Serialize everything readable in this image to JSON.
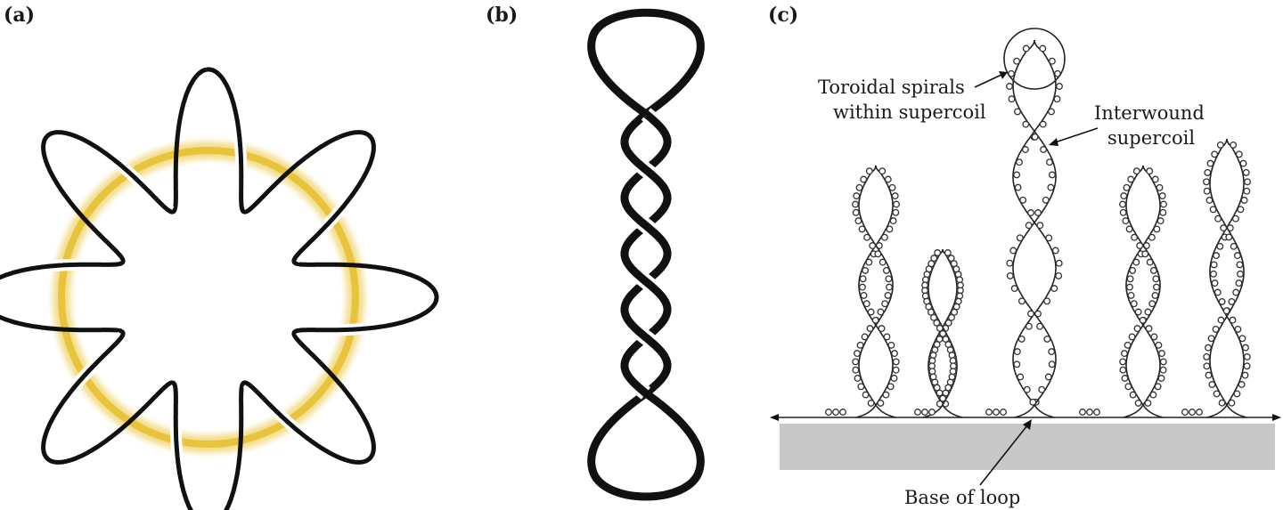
{
  "panels": {
    "a": {
      "label": "(a)",
      "toroidal_turns": 8
    },
    "b": {
      "label": "(b)"
    },
    "c": {
      "label": "(c)",
      "annotations": {
        "toroidal_line1": "Toroidal spirals",
        "toroidal_line2": "within supercoil",
        "interwound_line1": "Interwound",
        "interwound_line2": "supercoil",
        "base": "Base of loop"
      }
    }
  },
  "colors": {
    "strand": "#111111",
    "ring": "#e8c43c",
    "ring_glow": "#f3dd8a",
    "base_block": "#c8c8c8"
  }
}
